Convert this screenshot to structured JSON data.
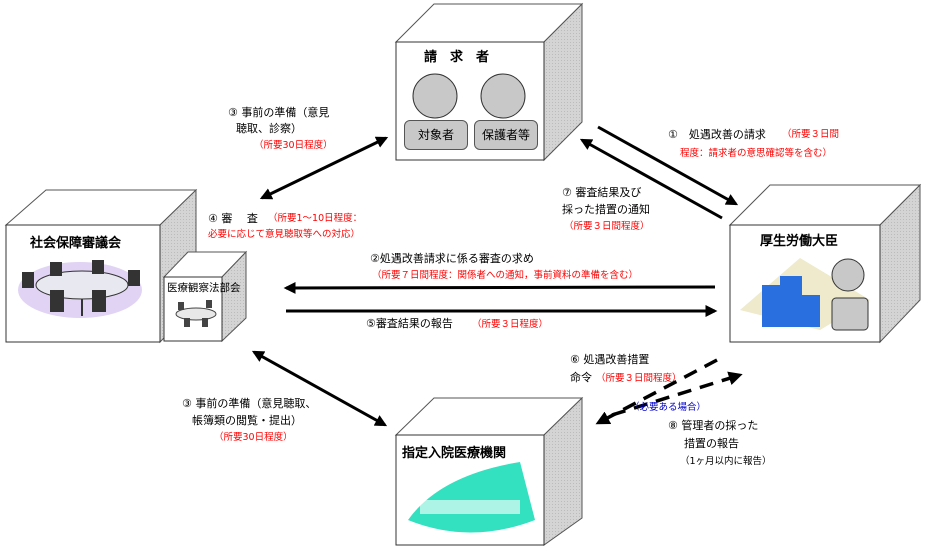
{
  "entities": {
    "requester": {
      "title": "請　求　者",
      "members": [
        "対象者",
        "保護者等"
      ]
    },
    "council": {
      "title": "社会保障審議会"
    },
    "subcommittee": {
      "title": "医療観察法部会"
    },
    "minister": {
      "title": "厚生労働大臣"
    },
    "hospital": {
      "title": "指定入院医療機関"
    }
  },
  "steps": {
    "s1": {
      "label": "①　処遇改善の請求",
      "note_line1": "（所要３日間",
      "note_line2": "程度：請求者の意思確認等を含む）"
    },
    "s2": {
      "label": "②処遇改善請求に係る審査の求め",
      "note": "（所要７日間程度：関係者への通知，事前資料の準備を含む）"
    },
    "s3_top": {
      "line1": "③ 事前の準備（意見",
      "line2": "聴取、診察）",
      "note": "（所要30日程度）"
    },
    "s3_bottom": {
      "line1": "③ 事前の準備（意見聴取、",
      "line2": "帳簿類の閲覧・提出）",
      "note": "（所要30日程度）"
    },
    "s4": {
      "label": "④ 審　 査",
      "note_line1": "（所要1～10日程度：",
      "note_line2": "必要に応じて意見聴取等への対応）"
    },
    "s5": {
      "label": "⑤審査結果の報告",
      "note": "（所要３日程度）"
    },
    "s6": {
      "line1": "⑥ 処遇改善措置",
      "line2": "命令",
      "note": "（所要３日間程度）",
      "condition": "（必要ある場合）"
    },
    "s7": {
      "line1": "⑦ 審査結果及び",
      "line2": "採った措置の通知",
      "note": "（所要３日間程度）"
    },
    "s8": {
      "line1": "⑧ 管理者の採った",
      "line2": "措置の報告",
      "note": "（1ヶ月以内に報告）"
    }
  },
  "colors": {
    "note": "#ff0000",
    "condition": "#0000cc",
    "hospital_icon": "#33e0c0",
    "building_blue": "#2a6fe0"
  }
}
